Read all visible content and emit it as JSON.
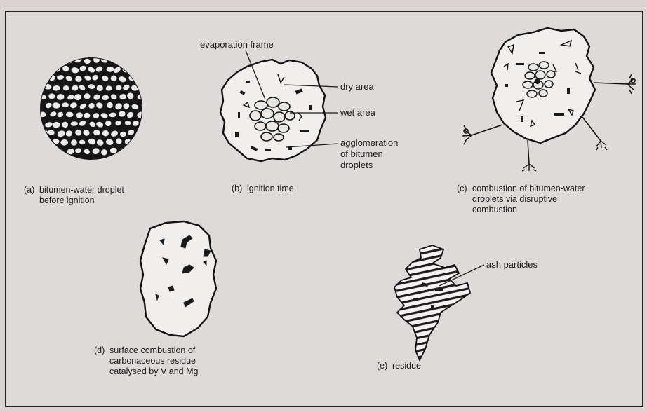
{
  "figure": {
    "a": {
      "tag": "(a)",
      "caption_line1": "bitumen-water droplet",
      "caption_line2": "before ignition"
    },
    "b": {
      "tag": "(b)",
      "caption": "ignition time",
      "labels": {
        "evaporation_frame": "evaporation frame",
        "dry_area": "dry area",
        "wet_area": "wet area",
        "agglomeration_1": "agglomeration",
        "agglomeration_2": "of bitumen",
        "agglomeration_3": "droplets"
      }
    },
    "c": {
      "tag": "(c)",
      "caption_line1": "combustion of bitumen-water",
      "caption_line2": "droplets via disruptive",
      "caption_line3": "combustion"
    },
    "d": {
      "tag": "(d)",
      "caption_line1": "surface combustion of",
      "caption_line2": "carbonaceous residue",
      "caption_line3": "catalysed by V and Mg"
    },
    "e": {
      "tag": "(e)",
      "caption": "residue",
      "label_ash": "ash particles"
    }
  }
}
